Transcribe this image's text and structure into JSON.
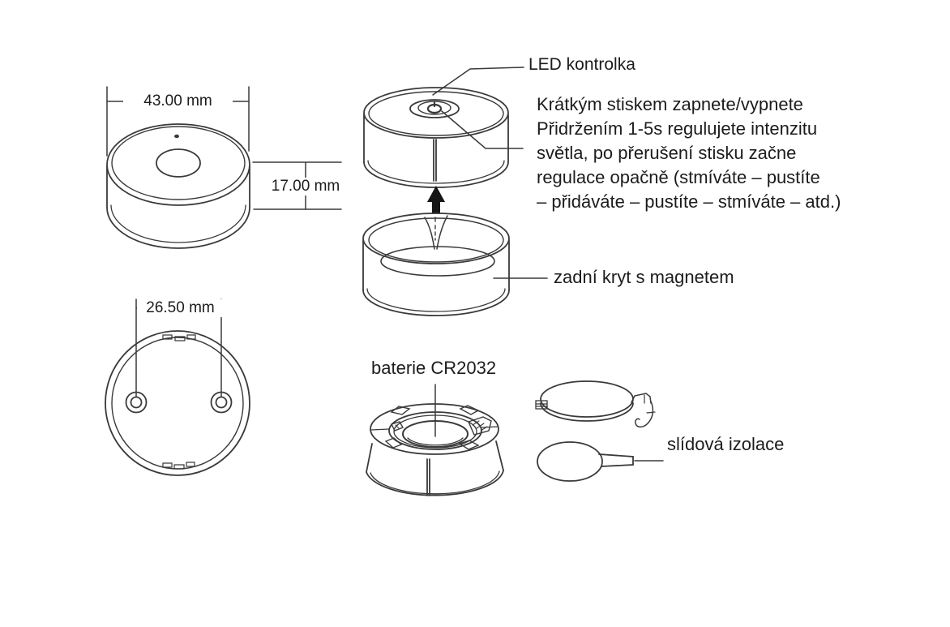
{
  "diagram": {
    "labels": {
      "led_indicator": "LED kontrolka",
      "back_cover": "zadní kryt s magnetem",
      "battery": "baterie CR2032",
      "mica_insulation": "slídová izolace"
    },
    "instructions": [
      "Krátkým stiskem zapnete/vypnete",
      "Přidržením 1-5s regulujete intenzitu",
      "světla, po přerušení stisku začne",
      "regulace opačně (stmíváte – pustíte",
      "– přidáváte – pustíte – stmíváte – atd.)"
    ],
    "dimensions": {
      "diameter": "43.00 mm",
      "height": "17.00 mm",
      "hole_spacing": "26.50 mm"
    },
    "colors": {
      "line": "#3a3a3a",
      "text": "#1c1c1c",
      "background": "#ffffff"
    }
  }
}
